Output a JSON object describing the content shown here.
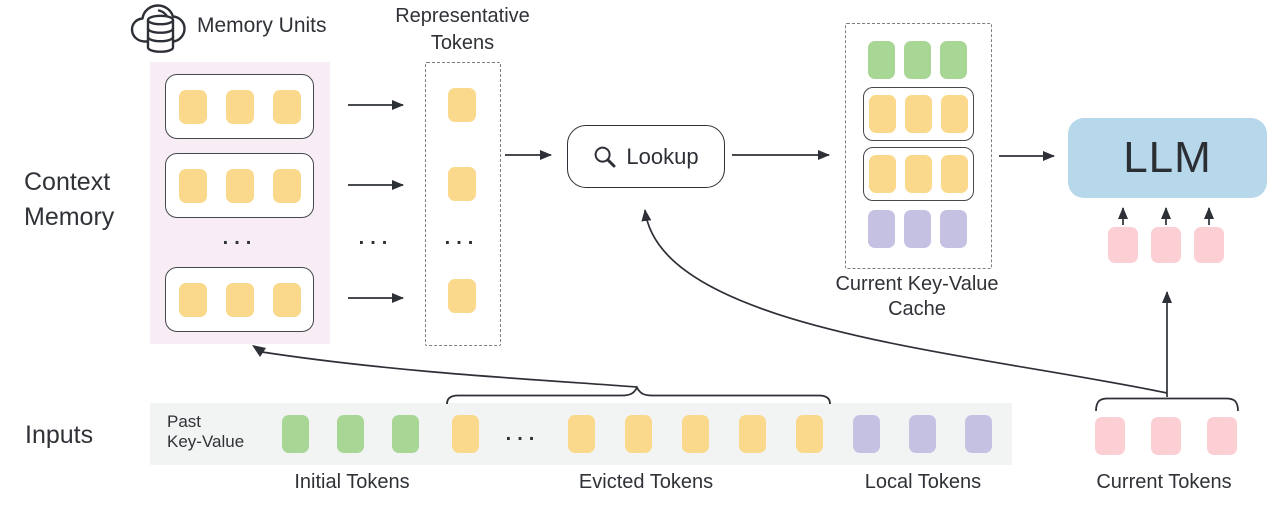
{
  "colors": {
    "yellow": "#fbd98c",
    "green": "#a7d695",
    "purple": "#c4c1e3",
    "pink": "#fbcfd4",
    "llm_blue": "#b6d8ea",
    "memory_bg": "#f8edf5",
    "inputs_bg": "#f2f4f3",
    "line": "#2d3036"
  },
  "labels": {
    "memory_units": "Memory Units",
    "representative_tokens": "Representative\nTokens",
    "context_memory": "Context\nMemory",
    "lookup": "Lookup",
    "current_kv_cache": "Current Key-Value\nCache",
    "llm": "LLM",
    "inputs": "Inputs",
    "past_key_value": "Past\nKey-Value",
    "initial_tokens": "Initial Tokens",
    "evicted_tokens": "Evicted Tokens",
    "local_tokens": "Local Tokens",
    "current_tokens": "Current Tokens",
    "ellipsis": "..."
  },
  "context_memory": {
    "units": [
      [
        "yellow",
        "yellow",
        "yellow"
      ],
      [
        "yellow",
        "yellow",
        "yellow"
      ],
      [
        "yellow",
        "yellow",
        "yellow"
      ]
    ]
  },
  "representative": {
    "token_rows": [
      [
        "yellow"
      ],
      [
        "yellow"
      ],
      [
        "yellow"
      ]
    ]
  },
  "kv_cache": {
    "initial_row": [
      "green",
      "green",
      "green"
    ],
    "unit_rows": [
      [
        "yellow",
        "yellow",
        "yellow"
      ],
      [
        "yellow",
        "yellow",
        "yellow"
      ]
    ],
    "local_row": [
      "purple",
      "purple",
      "purple"
    ]
  },
  "llm_inputs": [
    "pink",
    "pink",
    "pink"
  ],
  "inputs": {
    "initial": [
      "green",
      "green",
      "green"
    ],
    "evicted_head": [
      "yellow"
    ],
    "evicted_tail": [
      "yellow",
      "yellow",
      "yellow",
      "yellow",
      "yellow"
    ],
    "local": [
      "purple",
      "purple",
      "purple"
    ],
    "current": [
      "pink",
      "pink",
      "pink"
    ]
  }
}
